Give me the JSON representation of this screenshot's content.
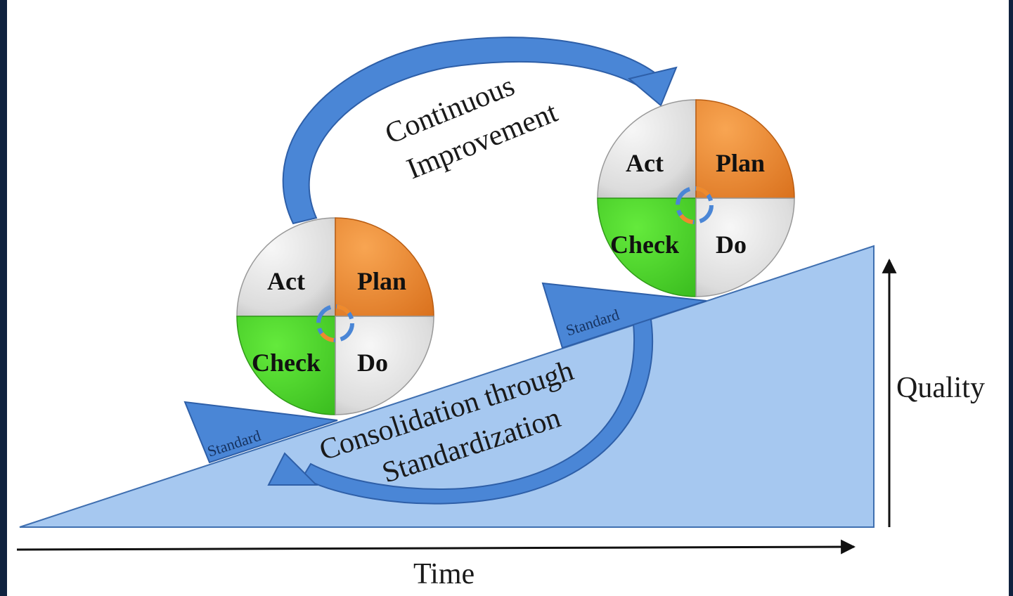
{
  "colors": {
    "background": "#ffffff",
    "frame": "#10223f",
    "slope": "#a6c8f0",
    "arrow": "#4a86d6",
    "plan": "#ef8a2c",
    "check": "#4fd32a",
    "act_do": "#e4e4e4"
  },
  "top_arrow_label": [
    "Continuous",
    "Improvement"
  ],
  "bottom_arrow_label": [
    "Consolidation through",
    "Standardization"
  ],
  "wheels": [
    {
      "act": "Act",
      "plan": "Plan",
      "check": "Check",
      "do": "Do"
    },
    {
      "act": "Act",
      "plan": "Plan",
      "check": "Check",
      "do": "Do"
    }
  ],
  "wedges": [
    "Standard",
    "Standard"
  ],
  "axes": {
    "x_label": "Time",
    "y_label": "Quality"
  }
}
